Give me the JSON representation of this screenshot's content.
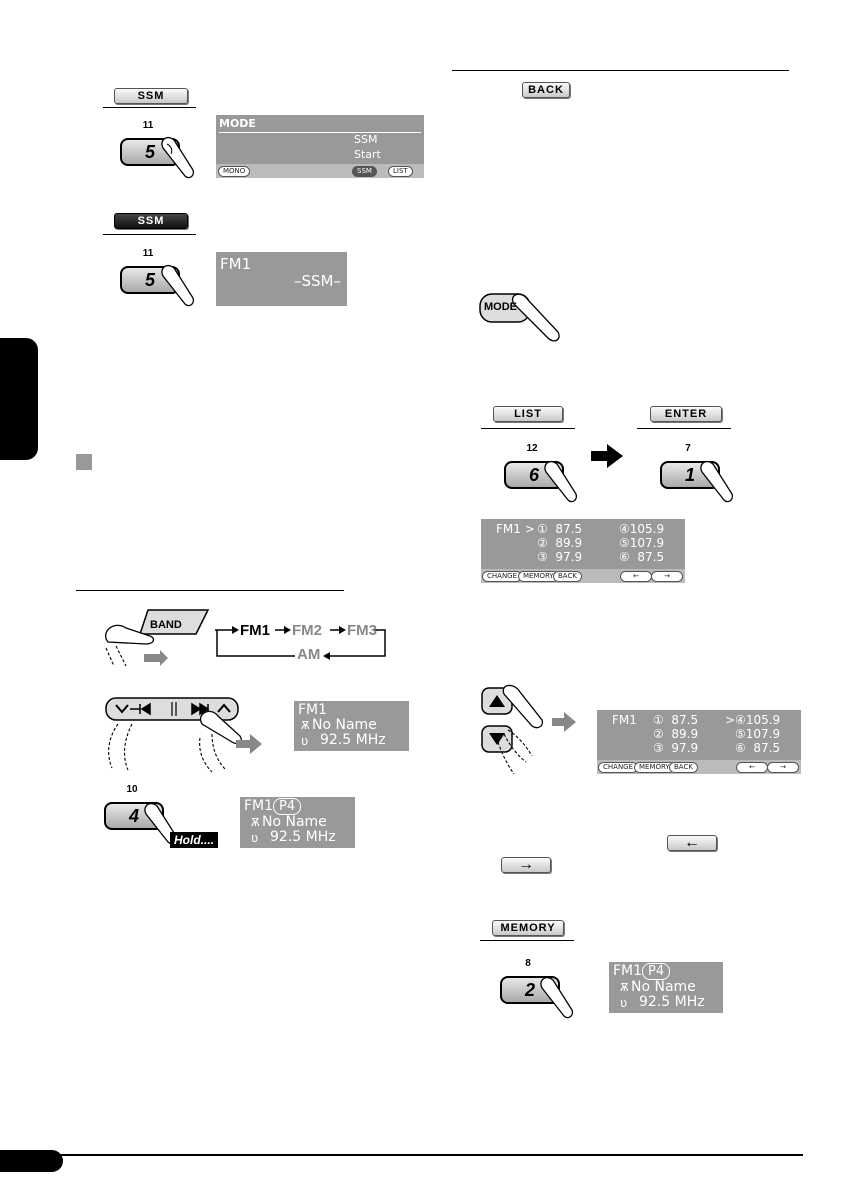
{
  "buttons": {
    "ssm": "SSM",
    "ssm_active": "SSM",
    "back": "BACK",
    "mode": "MODE",
    "list": "LIST",
    "enter": "ENTER",
    "memory": "MEMORY",
    "band": "BAND",
    "hold": "Hold....",
    "left_arrow": "←",
    "right_arrow": "→"
  },
  "keys": [
    {
      "id": "k5a",
      "number": "5",
      "top_label": "11"
    },
    {
      "id": "k5b",
      "number": "5",
      "top_label": "11"
    },
    {
      "id": "k4",
      "number": "4",
      "top_label": "10"
    },
    {
      "id": "k6",
      "number": "6",
      "top_label": "12"
    },
    {
      "id": "k1",
      "number": "1",
      "top_label": "7"
    },
    {
      "id": "k2",
      "number": "2",
      "top_label": "8"
    }
  ],
  "mode_display": {
    "header": "MODE",
    "line1": "SSM",
    "line2": "Start",
    "pills": [
      "MONO",
      "SSM",
      "LIST"
    ]
  },
  "ssm_display": {
    "band": "FM1",
    "text": "–SSM–"
  },
  "band_cycle": {
    "fm1": "FM1",
    "fm2": "FM2",
    "fm3": "FM3",
    "am": "AM"
  },
  "tuning_display": {
    "band": "FM1",
    "name": "No Name",
    "freq": "92.5 MHz"
  },
  "preset_display": {
    "band": "FM1",
    "preset": "P4",
    "name": "No Name",
    "freq": "92.5 MHz"
  },
  "preset_list_1": {
    "band": "FM1 >",
    "rows": [
      {
        "a": "①  87.5",
        "b": "④105.9"
      },
      {
        "a": "②  89.9",
        "b": "⑤107.9"
      },
      {
        "a": "③  97.9",
        "b": "⑥  87.5"
      }
    ],
    "pills": [
      "CHANGE",
      "MEMORY",
      "BACK"
    ]
  },
  "preset_list_2": {
    "band": "FM1",
    "rows": [
      {
        "a": "①  87.5",
        "b": ">④105.9"
      },
      {
        "a": "②  89.9",
        "b": "⑤107.9"
      },
      {
        "a": "③  97.9",
        "b": "⑥  87.5"
      }
    ],
    "pills": [
      "CHANGE",
      "MEMORY",
      "BACK"
    ]
  },
  "memory_display": {
    "band": "FM1",
    "preset": "P4",
    "name": "No Name",
    "freq": "92.5 MHz"
  }
}
